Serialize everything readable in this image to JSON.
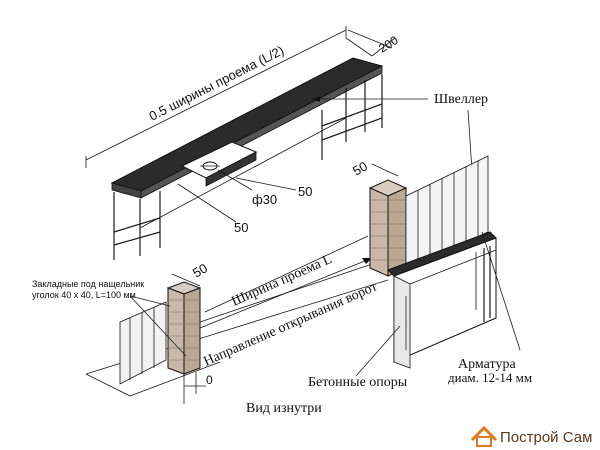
{
  "labels": {
    "width_half": "0.5 ширины проема (L/2)",
    "dim_200": "200",
    "channel": "Швеллер",
    "dim_50_plate": "50",
    "dim_phi30": "ф30",
    "dim_50_plate_b": "50",
    "dim_50_right": "50",
    "dim_50_left": "50",
    "embed_note_line1": "Закладные под нащельник",
    "embed_note_line2": "уголок 40 х 40, L=100 мм",
    "opening_width": "Ширина проема L",
    "open_direction": "Направление открывания ворот",
    "dim_0": "0",
    "concrete_supports": "Бетонные опоры",
    "rebar_line1": "Арматура",
    "rebar_line2": "диам. 12-14 мм",
    "inside_view": "Вид изнутри",
    "brand": "Построй Сам"
  },
  "colors": {
    "steel": "#2b2b2b",
    "brick": "#c9b8a8",
    "brand_orange": "#e07a1f",
    "brand_text": "#5a3a1a"
  },
  "icons": [
    "house-logo-icon"
  ]
}
